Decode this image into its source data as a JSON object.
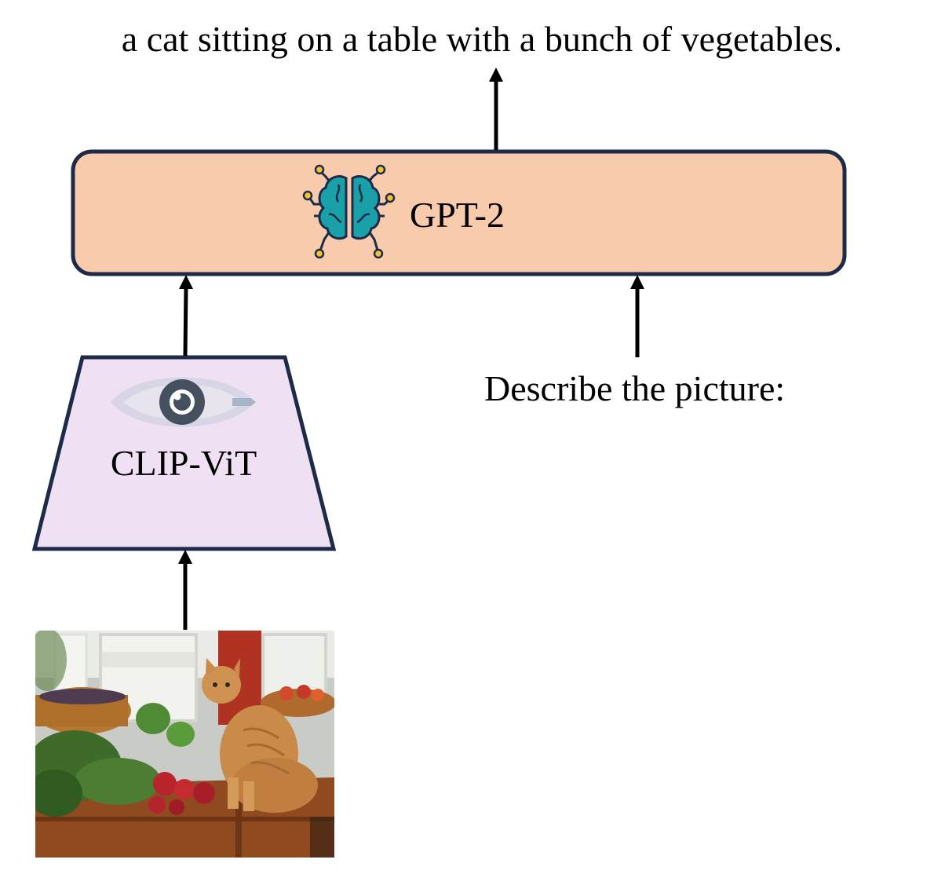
{
  "output": {
    "caption": "a cat sitting on a table with a bunch of vegetables."
  },
  "decoder": {
    "label": "GPT-2",
    "icon": "brain-circuit-icon",
    "fill_color": "#f8cbad",
    "border_color": "#1e2b48"
  },
  "encoder": {
    "label": "CLIP-ViT",
    "icon": "eye-icon",
    "fill_color": "#f0e0f4",
    "border_color": "#1e2b48"
  },
  "prompt": {
    "text": "Describe the picture:"
  },
  "input_image": {
    "description_icon": "cat-photo"
  }
}
